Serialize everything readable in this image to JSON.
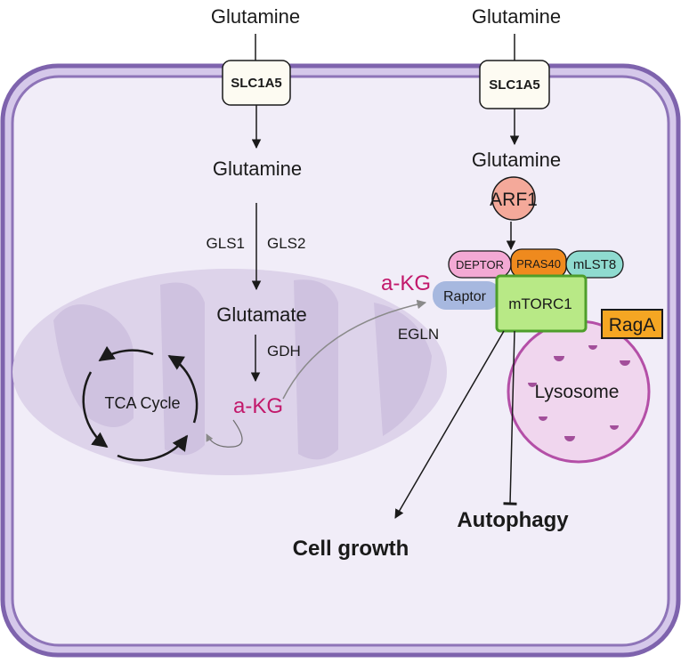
{
  "left_pathway": {
    "external_glutamine": "Glutamine",
    "transporter": "SLC1A5",
    "internal_glutamine": "Glutamine",
    "enzyme_gls1": "GLS1",
    "enzyme_gls2": "GLS2",
    "glutamate": "Glutamate",
    "enzyme_gdh": "GDH",
    "akg": "a-KG",
    "tca_cycle": "TCA Cycle"
  },
  "right_pathway": {
    "external_glutamine": "Glutamine",
    "transporter": "SLC1A5",
    "internal_glutamine": "Glutamine",
    "arf1": "ARF1",
    "akg": "a-KG",
    "egln": "EGLN",
    "complex": {
      "deptor": "DEPTOR",
      "pras40": "PRAS40",
      "mlst8": "mLST8",
      "raptor": "Raptor",
      "mtorc1": "mTORC1"
    },
    "raga": "RagA",
    "lysosome": "Lysosome",
    "autophagy": "Autophagy",
    "cell_growth": "Cell growth"
  },
  "colors": {
    "cell_membrane": "#8e74b8",
    "cytoplasm": "#f1edf8",
    "mitochondrion": "#ddd3ea",
    "cristae": "#cfc2e0",
    "akg_text": "#c2186b",
    "arf1_fill": "#f4a99a",
    "deptor_fill": "#f3a9d4",
    "pras40_fill": "#ef8a1e",
    "mlst8_fill": "#8fdbd0",
    "raptor_fill": "#a7b8df",
    "mtorc1_fill": "#b8e986",
    "mtorc1_border": "#4e9e2b",
    "raga_fill": "#f5a623",
    "lysosome_fill": "#f0d6ee",
    "lysosome_border": "#b44fa7",
    "transporter_fill": "#fdfbf2"
  }
}
